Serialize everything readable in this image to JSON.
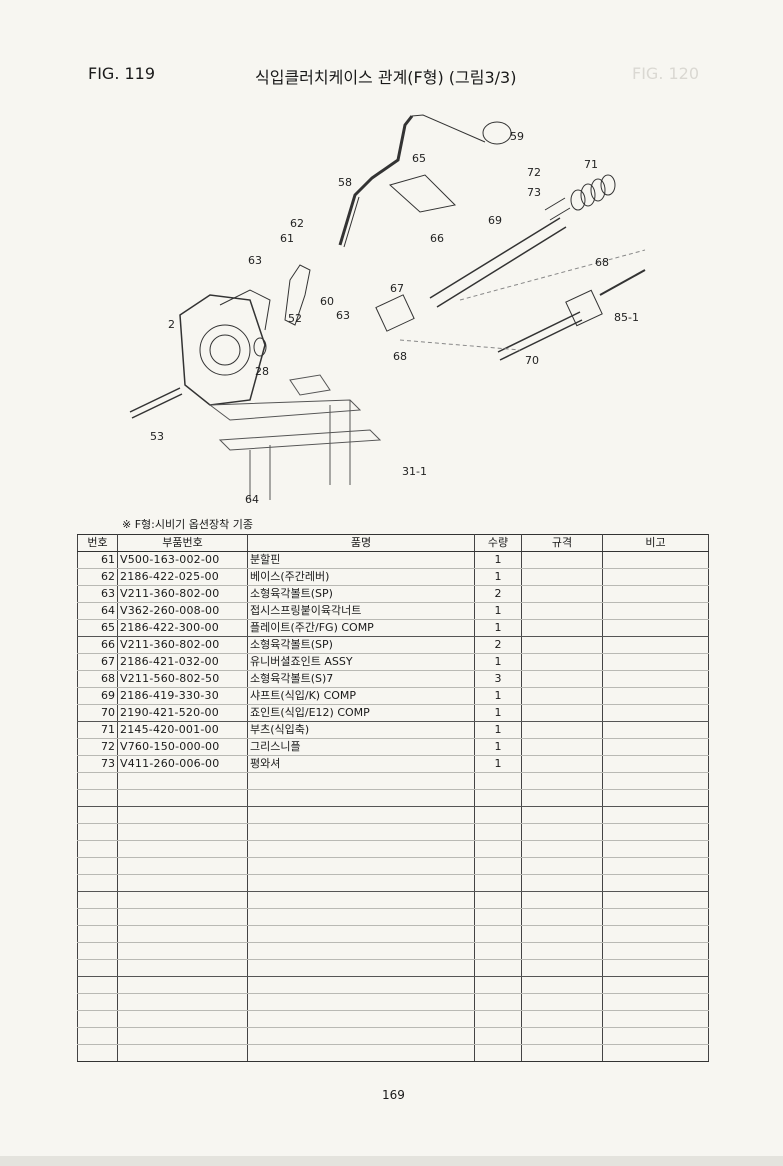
{
  "header": {
    "fig_label": "FIG. 119",
    "title": "식입클러치케이스 관계(F형) (그림3/3)",
    "ghost_text": "FIG. 120"
  },
  "diagram": {
    "callouts": [
      "59",
      "65",
      "58",
      "72",
      "71",
      "73",
      "62",
      "61",
      "69",
      "66",
      "63",
      "67",
      "60",
      "68",
      "85-1",
      "2",
      "52",
      "63",
      "28",
      "68",
      "70",
      "53",
      "31-1",
      "64"
    ]
  },
  "note": "※ F형:시비기 옵션장착 기종",
  "table": {
    "headers": [
      "번호",
      "부품번호",
      "품명",
      "수량",
      "규격",
      "비고"
    ],
    "rows": [
      {
        "no": "61",
        "code": "V500-163-002-00",
        "name": "분할핀",
        "qty": "1"
      },
      {
        "no": "62",
        "code": "2186-422-025-00",
        "name": "베이스(주간레버)",
        "qty": "1"
      },
      {
        "no": "63",
        "code": "V211-360-802-00",
        "name": "소형육각볼트(SP)",
        "qty": "2"
      },
      {
        "no": "64",
        "code": "V362-260-008-00",
        "name": "접시스프링붙이육각너트",
        "qty": "1"
      },
      {
        "no": "65",
        "code": "2186-422-300-00",
        "name": "플레이트(주간/FG) COMP",
        "qty": "1"
      },
      {
        "no": "66",
        "code": "V211-360-802-00",
        "name": "소형육각볼트(SP)",
        "qty": "2"
      },
      {
        "no": "67",
        "code": "2186-421-032-00",
        "name": "유니버셜죠인트 ASSY",
        "qty": "1"
      },
      {
        "no": "68",
        "code": "V211-560-802-50",
        "name": "소형육각볼트(S)7",
        "qty": "3"
      },
      {
        "no": "69",
        "code": "2186-419-330-30",
        "name": "샤프트(식입/K) COMP",
        "qty": "1"
      },
      {
        "no": "70",
        "code": "2190-421-520-00",
        "name": "죠인트(식입/E12) COMP",
        "qty": "1"
      },
      {
        "no": "71",
        "code": "2145-420-001-00",
        "name": "부츠(식입축)",
        "qty": "1"
      },
      {
        "no": "72",
        "code": "V760-150-000-00",
        "name": "그리스니플",
        "qty": "1"
      },
      {
        "no": "73",
        "code": "V411-260-006-00",
        "name": "평와셔",
        "qty": "1"
      }
    ]
  },
  "page_number": "169"
}
